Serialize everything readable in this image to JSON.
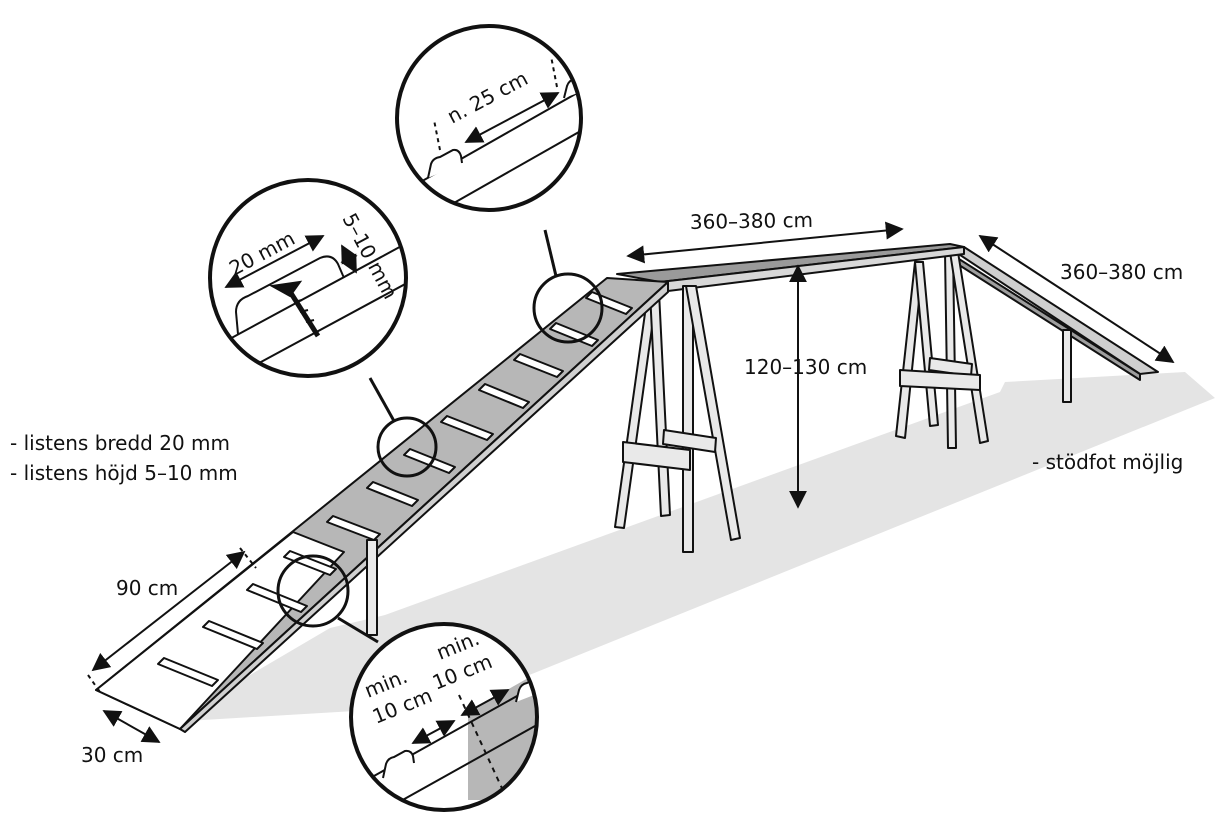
{
  "dimensions": {
    "bridge_length": "360–380 cm",
    "ramp_length": "360–380 cm",
    "height": "120–130 cm",
    "contact_zone": "90 cm",
    "width": "30 cm"
  },
  "details": {
    "slat_spacing": "n. 25 cm",
    "slat_width": "20 mm",
    "slat_height": "5–10 mm",
    "min_label": "min.",
    "min_distance": "10 cm"
  },
  "notes": {
    "slat_width_note": "- listens bredd 20 mm",
    "slat_height_note": "- listens höjd 5–10 mm",
    "support_note": "- stödfot möjlig"
  },
  "colors": {
    "ink": "#111111",
    "contact_grey": "#b3b3b3",
    "shadow_grey": "#e3e3e3"
  }
}
